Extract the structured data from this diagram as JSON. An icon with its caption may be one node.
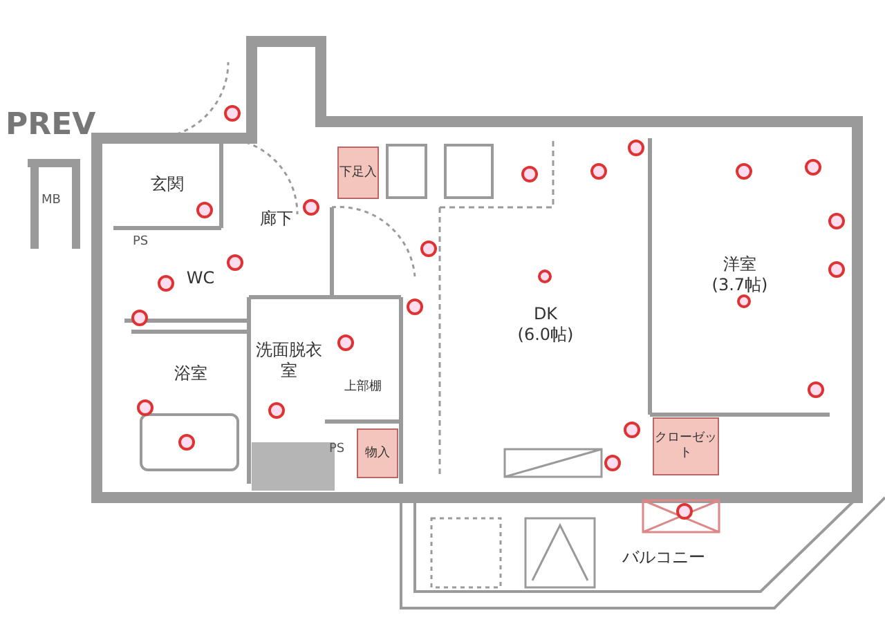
{
  "diagram": {
    "nodes": [
      {
        "text": [
          "玄関"
        ]
      },
      {
        "text": [
          "廊下"
        ]
      },
      {
        "text": [
          "下足入"
        ]
      },
      {
        "text": [
          "WC"
        ]
      },
      {
        "text": [
          "洗面脱衣室"
        ]
      },
      {
        "text": [
          "上部棚"
        ]
      },
      {
        "text": [
          "浴室"
        ]
      },
      {
        "text": [
          "物入"
        ]
      },
      {
        "text": [
          "DK",
          "(6.0帖)"
        ]
      },
      {
        "text": [
          "洋室",
          "(3.7帖)"
        ]
      },
      {
        "text": [
          "クローゼット"
        ]
      },
      {
        "text": [
          "バルコニー"
        ]
      }
    ],
    "labels": [
      "PREV",
      "MB",
      "PS",
      "PS"
    ]
  }
}
